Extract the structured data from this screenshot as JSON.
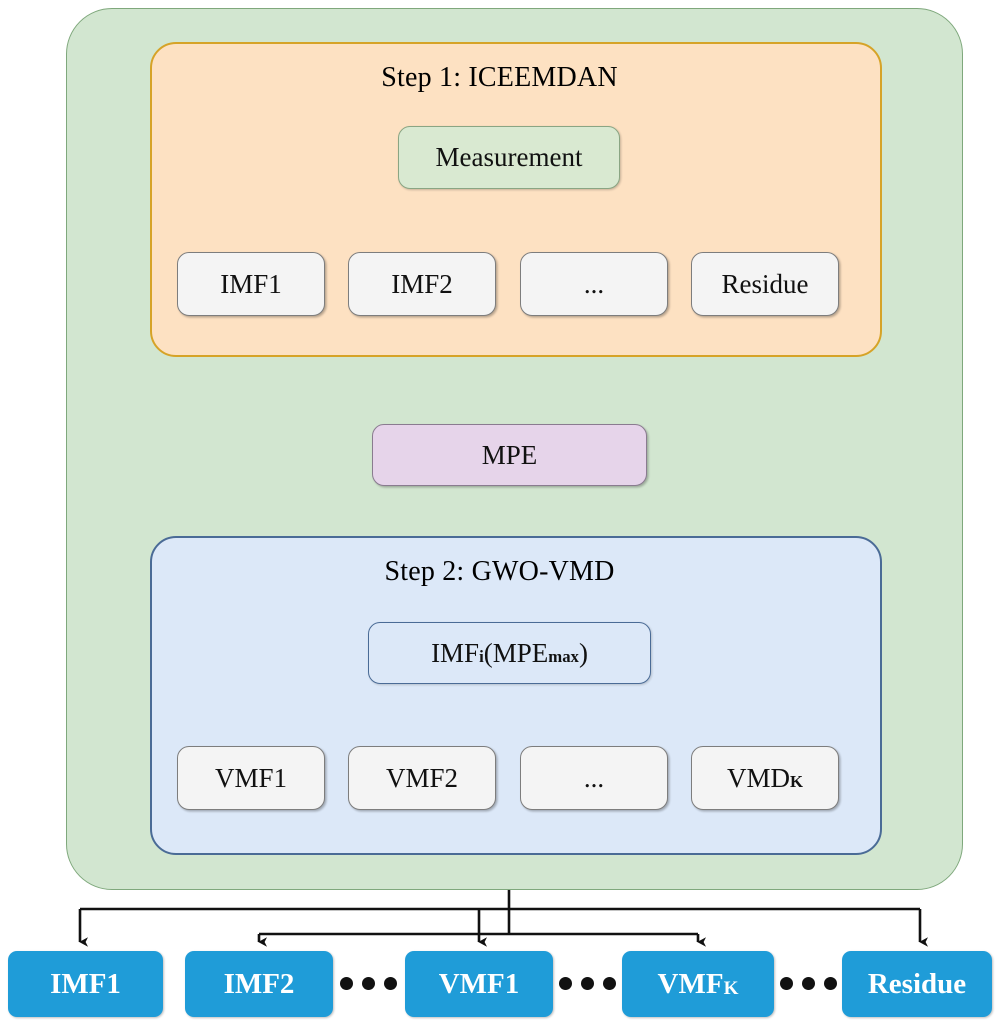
{
  "diagram": {
    "title": "Two-step signal decomposition flowchart",
    "colors": {
      "outer_container": "#d2e6d0",
      "outer_border": "#7fa87c",
      "step1_panel": "#fde1c2",
      "step1_border": "#d6a327",
      "step2_panel": "#dce8f8",
      "step2_border": "#4a6b96",
      "measurement_box": "#d9e9d1",
      "mpe_box": "#e6d4ea",
      "component_box": "#f4f4f4",
      "result_box": "#1f9cd8",
      "result_text": "#ffffff",
      "arrow": "#111111"
    }
  },
  "step1": {
    "title": "Step 1: ICEEMDAN",
    "source": {
      "label": "Measurement"
    },
    "outputs": [
      {
        "label": "IMF1"
      },
      {
        "label": "IMF2"
      },
      {
        "label": "..."
      },
      {
        "label": "Residue"
      }
    ]
  },
  "selector": {
    "label": "MPE"
  },
  "step2": {
    "title": "Step 2: GWO-VMD",
    "source": {
      "label_base": "IMF",
      "label_sub": "i",
      "label_mid": " (MPE",
      "label_sub2": "max",
      "label_end": ")"
    },
    "outputs": [
      {
        "label": "VMF1"
      },
      {
        "label": "VMF2"
      },
      {
        "label": "..."
      },
      {
        "label_base": "VMD",
        "label_sub": "K"
      }
    ]
  },
  "results": {
    "items": [
      {
        "label_base": "IMF1",
        "label_sub": ""
      },
      {
        "label_base": "IMF2",
        "label_sub": ""
      },
      {
        "label_base": "VMF1",
        "label_sub": ""
      },
      {
        "label_base": "VMF",
        "label_sub": "K"
      },
      {
        "label_base": "Residue",
        "label_sub": ""
      }
    ],
    "ellipsis_count": 3
  }
}
